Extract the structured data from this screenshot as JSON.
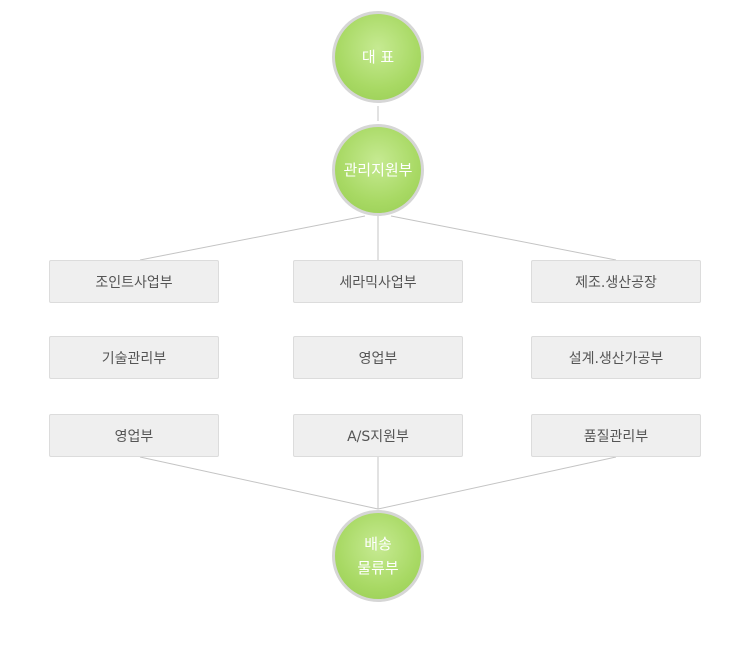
{
  "top": {
    "ceo": "대 표",
    "admin": "관리지원부"
  },
  "columns": [
    {
      "items": [
        "조인트사업부",
        "기술관리부",
        "영업부"
      ]
    },
    {
      "items": [
        "세라믹사업부",
        "영업부",
        "A/S지원부"
      ]
    },
    {
      "items": [
        "제조.생산공장",
        "설계.생산가공부",
        "품질관리부"
      ]
    }
  ],
  "bottom": {
    "line1": "배송",
    "line2": "물류부"
  },
  "colors": {
    "node_fill": "#a8d964",
    "node_border": "#d6d6d6",
    "box_fill": "#efefef",
    "line": "#c4c4c4"
  }
}
